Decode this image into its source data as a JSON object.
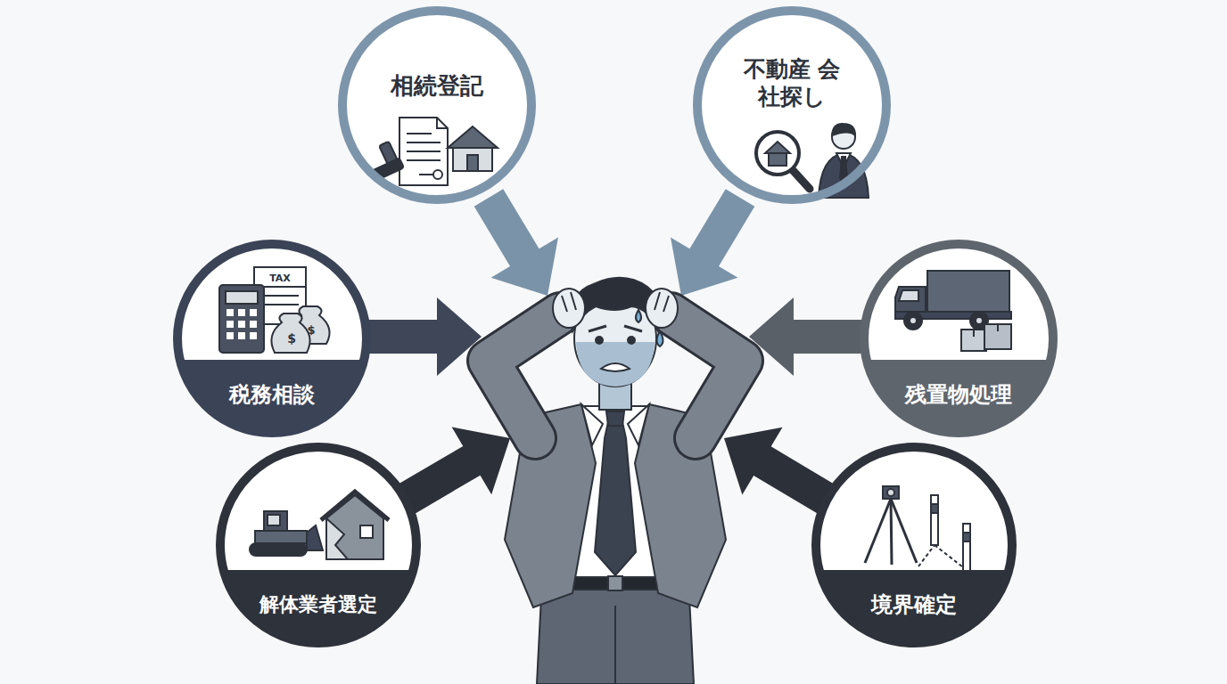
{
  "diagram": {
    "nodes": [
      {
        "text": [
          "相続登記"
        ]
      },
      {
        "text": [
          "不動産 会社探し"
        ]
      },
      {
        "text": [
          "税務相談"
        ]
      },
      {
        "text": [
          "残置物処理"
        ]
      },
      {
        "text": [
          "解体業者選定"
        ]
      },
      {
        "text": [
          "境界確定"
        ]
      }
    ],
    "labels": [
      "TAX",
      "$",
      "$"
    ]
  }
}
